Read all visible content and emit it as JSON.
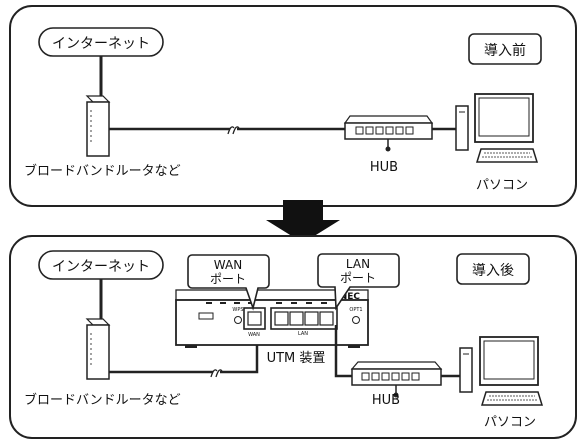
{
  "before": {
    "badge": "導入前",
    "internet": "インターネット",
    "router": "ブロードバンドルータなど",
    "hub": "HUB",
    "pc": "パソコン"
  },
  "after": {
    "badge": "導入後",
    "internet": "インターネット",
    "router": "ブロードバンドルータなど",
    "hub": "HUB",
    "pc": "パソコン",
    "utm": "UTM 装置",
    "brand": "NEC",
    "wan_callout": [
      "WAN",
      "ポート"
    ],
    "lan_callout": [
      "LAN",
      "ポート"
    ],
    "port_labels": {
      "wps": "WPS",
      "wan": "WAN",
      "opt": "OPT1",
      "lan": "LAN"
    }
  }
}
